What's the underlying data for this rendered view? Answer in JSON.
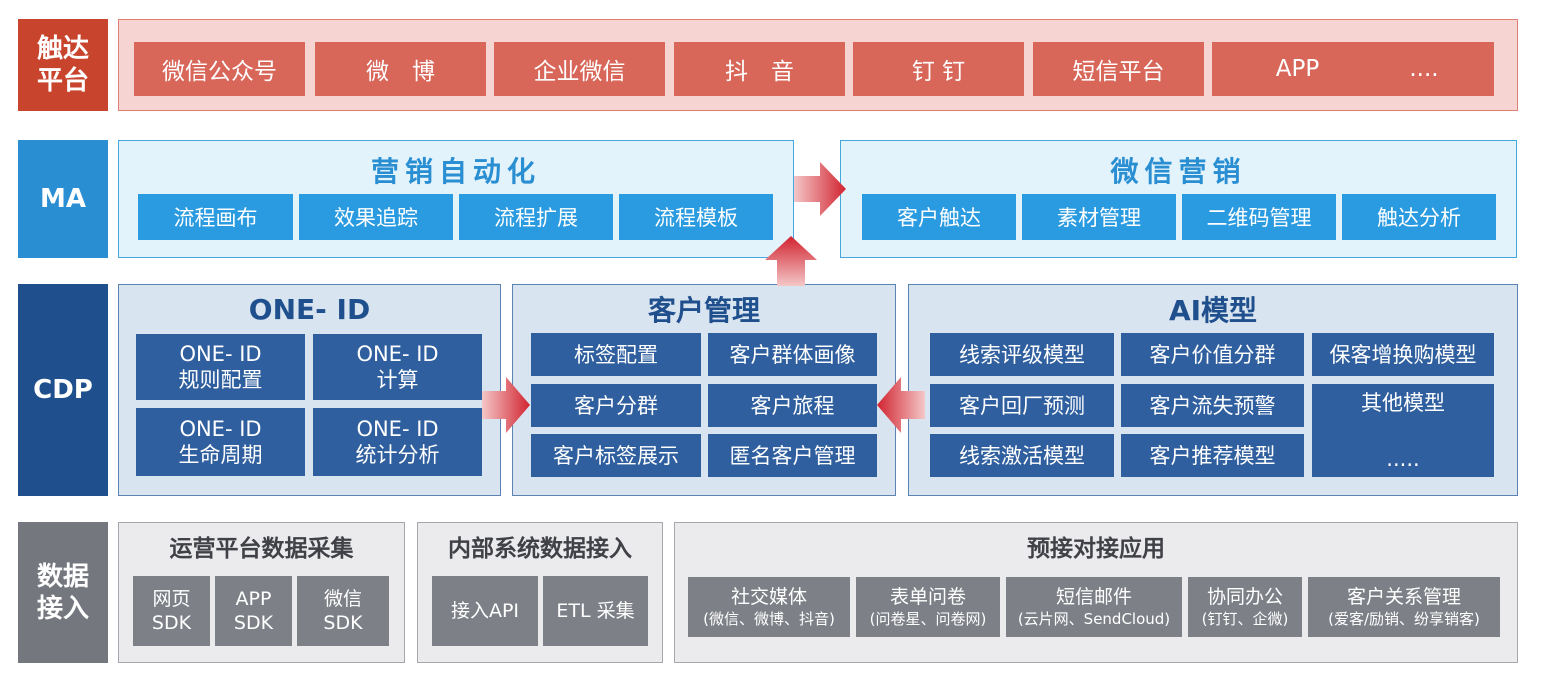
{
  "layers": {
    "touch": "触达\n平台",
    "ma": "MA",
    "cdp": "CDP",
    "data": "数据\n接入"
  },
  "touch_platform": {
    "items": [
      "微信公众号",
      "微　博",
      "企业微信",
      "抖　音",
      "钉 钉",
      "短信平台",
      "APP",
      "...."
    ]
  },
  "ma": {
    "automation": {
      "title": "营销自动化",
      "items": [
        "流程画布",
        "效果追踪",
        "流程扩展",
        "流程模板"
      ]
    },
    "wechat": {
      "title": "微信营销",
      "items": [
        "客户触达",
        "素材管理",
        "二维码管理",
        "触达分析"
      ]
    }
  },
  "cdp": {
    "one_id": {
      "title": "ONE- ID",
      "items": [
        "ONE- ID\n规则配置",
        "ONE- ID\n计算",
        "ONE- ID\n生命周期",
        "ONE- ID\n统计分析"
      ]
    },
    "customer": {
      "title": "客户管理",
      "items": [
        "标签配置",
        "客户群体画像",
        "客户分群",
        "客户旅程",
        "客户标签展示",
        "匿名客户管理"
      ]
    },
    "ai": {
      "title": "AI模型",
      "items": [
        "线索评级模型",
        "客户价值分群",
        "保客增换购模型",
        "客户回厂预测",
        "客户流失预警",
        "线索激活模型",
        "客户推荐模型",
        "其他模型",
        "....."
      ]
    }
  },
  "data_access": {
    "ops": {
      "title": "运营平台数据采集",
      "items": [
        "网页\nSDK",
        "APP\nSDK",
        "微信\nSDK"
      ]
    },
    "internal": {
      "title": "内部系统数据接入",
      "items": [
        "接入API",
        "ETL 采集"
      ]
    },
    "prebuilt": {
      "title": "预接对接应用",
      "items": [
        {
          "name": "社交媒体",
          "sub": "(微信、微博、抖音)"
        },
        {
          "name": "表单问卷",
          "sub": "(问卷星、问卷网)"
        },
        {
          "name": "短信邮件",
          "sub": "(云片网、SendCloud)"
        },
        {
          "name": "协同办公",
          "sub": "(钉钉、企微)"
        },
        {
          "name": "客户关系管理",
          "sub": "(爱客/励销、纷享销客)"
        }
      ]
    }
  },
  "colors": {
    "touch": "#c9442c",
    "touch_item": "#d8675a",
    "ma": "#2a8ed2",
    "cdp": "#1f4f8c",
    "data": "#74777e",
    "arrow": "#d1232f"
  }
}
